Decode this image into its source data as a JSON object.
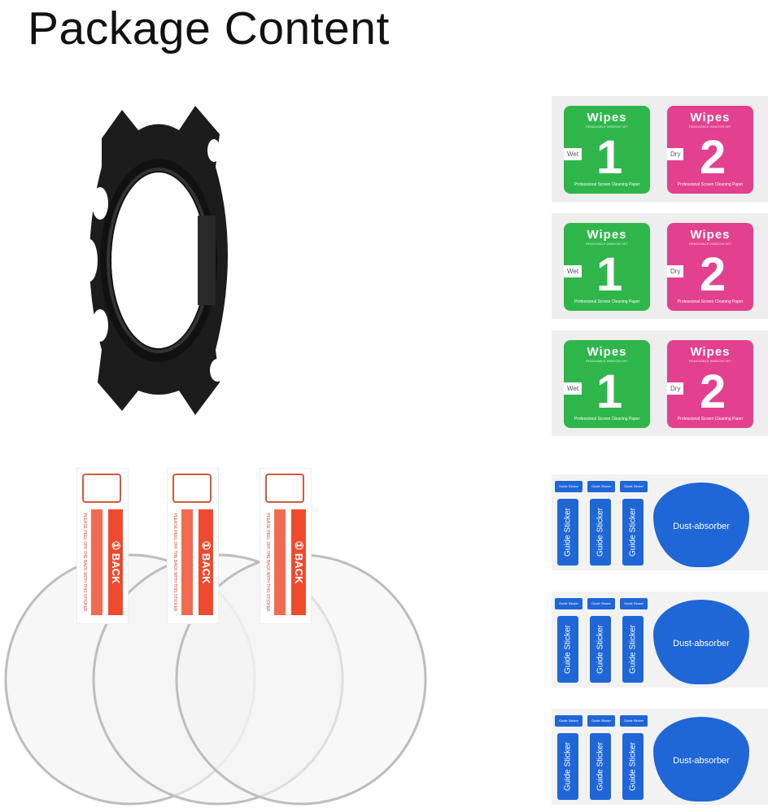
{
  "title": "Package Content",
  "wipes": {
    "brand": "Wipes",
    "subtitle": "REMOVABLE WINDOW SET",
    "wet_label": "Wet",
    "wet_number": "1",
    "dry_label": "Dry",
    "dry_number": "2",
    "footer": "Professional Screen Cleaning Paper",
    "green": "#2fb64b",
    "pink": "#e3408f"
  },
  "guide": {
    "top_label": "Guide Sticker",
    "sticker_label": "Guide Sticker",
    "dust_label": "Dust-absorber",
    "blue": "#1f66d6"
  },
  "protector": {
    "back_label": "① BACK",
    "peel_text": "PLEASE PEEL OFF THE BACK WITH THIS STICKER",
    "red": "#f04a2e"
  }
}
